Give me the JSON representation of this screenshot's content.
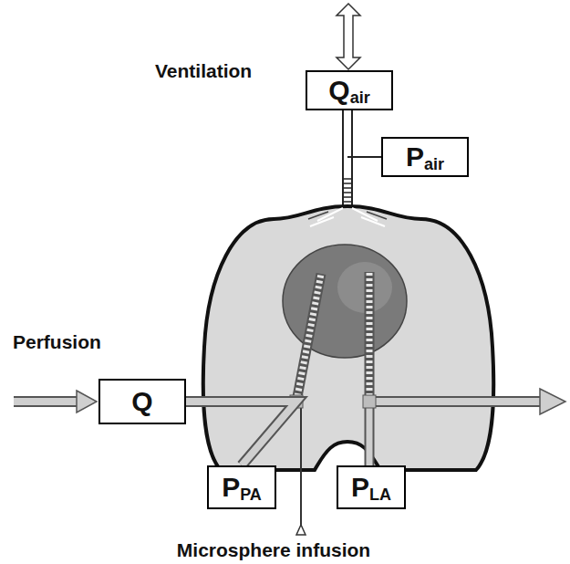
{
  "diagram": {
    "nodes": [
      {
        "text": [
          "Q",
          "air"
        ]
      },
      {
        "text": [
          "P",
          "air"
        ]
      },
      {
        "text": [
          "Q"
        ]
      },
      {
        "text": [
          "P",
          "PA"
        ]
      },
      {
        "text": [
          "P",
          "LA"
        ]
      }
    ],
    "edges": [
      {
        "from": 0,
        "to": 1,
        "arrow": "none"
      },
      {
        "from": 2,
        "to": 3,
        "arrow": "none"
      }
    ],
    "labels": [
      "Ventilation",
      "Perfusion",
      "Microsphere infusion"
    ]
  }
}
